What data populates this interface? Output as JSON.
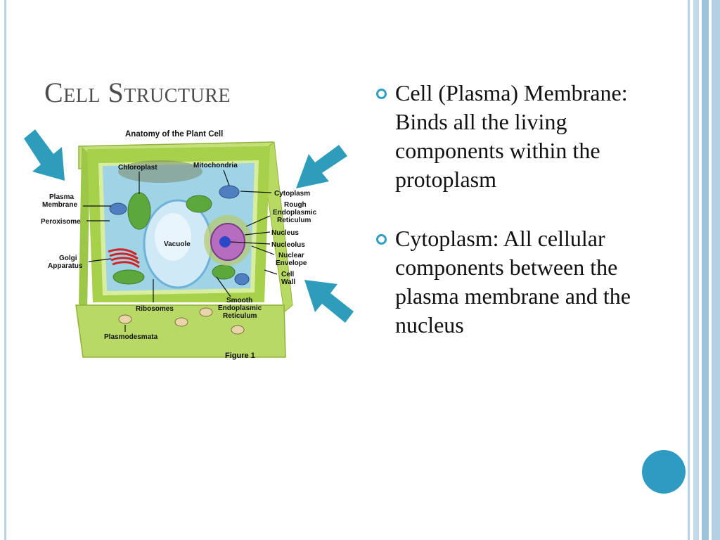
{
  "slide": {
    "title": "Cell Structure",
    "bullets": [
      {
        "text": "Cell (Plasma) Membrane: Binds all the living components within the protoplasm"
      },
      {
        "text": "Cytoplasm: All cellular components between the plasma membrane and the nucleus"
      }
    ]
  },
  "figure": {
    "heading": "Anatomy of the Plant Cell",
    "caption": "Figure 1",
    "labels": {
      "chloroplast": "Chloroplast",
      "mitochondria": "Mitochondria",
      "plasma_membrane_1": "Plasma",
      "plasma_membrane_2": "Membrane",
      "peroxisome": "Peroxisome",
      "golgi_1": "Golgi",
      "golgi_2": "Apparatus",
      "vacuole": "Vacuole",
      "ribosomes": "Ribosomes",
      "plasmodesmata": "Plasmodesmata",
      "cytoplasm": "Cytoplasm",
      "rough_er_1": "Rough",
      "rough_er_2": "Endoplasmic",
      "rough_er_3": "Reticulum",
      "nucleus": "Nucleus",
      "nucleolus": "Nucleolus",
      "nuclear_env_1": "Nuclear",
      "nuclear_env_2": "Envelope",
      "cell_wall_1": "Cell",
      "cell_wall_2": "Wall",
      "smooth_er_1": "Smooth",
      "smooth_er_2": "Endoplasmic",
      "smooth_er_3": "Reticulum"
    }
  },
  "colors": {
    "accent": "#2f9fc3",
    "arrow": "#2e9dbc",
    "title": "#4d4d4d",
    "cell_wall": "#a9d04d",
    "cytoplasm": "#9fd3e6"
  },
  "icons": [
    "arrow-pointer-icon",
    "bullet-ring-icon"
  ]
}
